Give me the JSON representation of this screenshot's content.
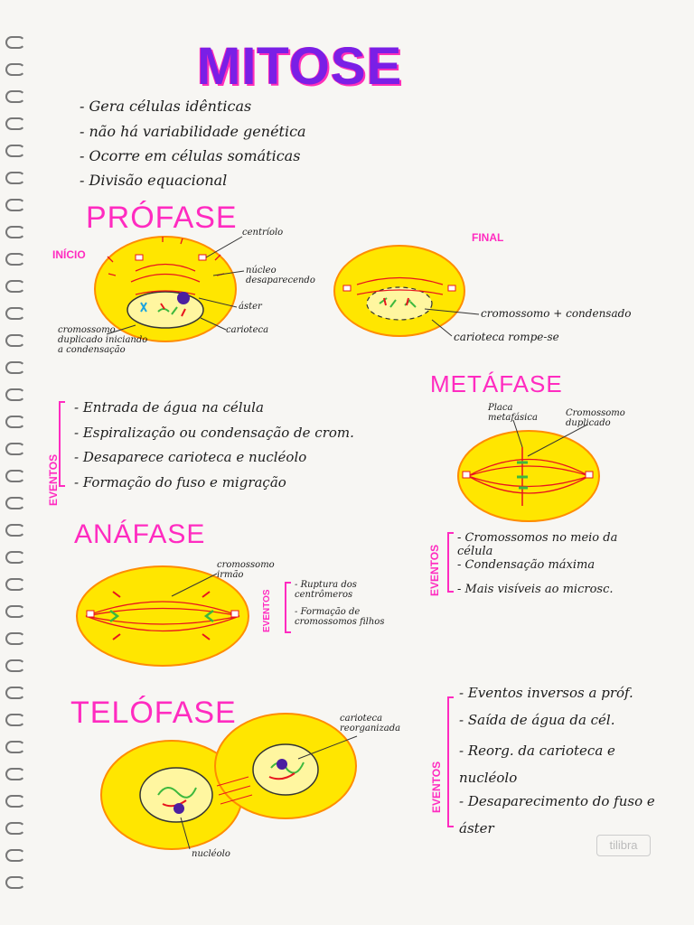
{
  "title": "MITOSE",
  "intro": [
    "Gera células idênticas",
    "não há variabilidade genética",
    "Ocorre em células somáticas",
    "Divisão equacional"
  ],
  "profase": {
    "title": "PRÓFASE",
    "inicio": "INÍCIO",
    "final": "FINAL",
    "centriolo": "centríolo",
    "nucleo": "núcleo desaparecendo",
    "aster": "áster",
    "carioteca": "carioteca",
    "cromossomo": "cromossomo duplicado iniciando a condensação",
    "final_cromossomo": "cromossomo + condensado",
    "final_carioteca": "carioteca rompe-se",
    "eventos_label": "EVENTOS",
    "eventos": [
      "Entrada de água na célula",
      "Espiralização ou condensação de crom.",
      "Desaparece carioteca e nucléolo",
      "Formação do fuso e migração"
    ]
  },
  "metafase": {
    "title": "METÁFASE",
    "placa": "Placa metafásica",
    "cromossomo": "Cromossomo duplicado",
    "eventos_label": "EVENTOS",
    "eventos": [
      "Cromossomos no meio da célula",
      "Condensação máxima",
      "Mais visíveis ao microsc."
    ]
  },
  "anafase": {
    "title": "ANÁFASE",
    "cromossomo": "cromossomo irmão",
    "eventos_label": "EVENTOS",
    "eventos": [
      "Ruptura dos centrômeros",
      "Formação de cromossomos filhos"
    ]
  },
  "telofase": {
    "title": "TELÓFASE",
    "carioteca": "carioteca reorganizada",
    "nucleolo": "nucléolo",
    "eventos_label": "EVENTOS",
    "eventos": [
      "Eventos inversos a próf.",
      "Saída de água da cél.",
      "Reorg. da carioteca e nucléolo",
      "Desaparecimento do fuso e áster"
    ]
  },
  "logo": "tilibra",
  "colors": {
    "cell": "#ffe600",
    "cell_border": "#ff8c00",
    "pink": "#ff2bc0",
    "purple": "#7a1fe6",
    "red": "#e8141e"
  }
}
